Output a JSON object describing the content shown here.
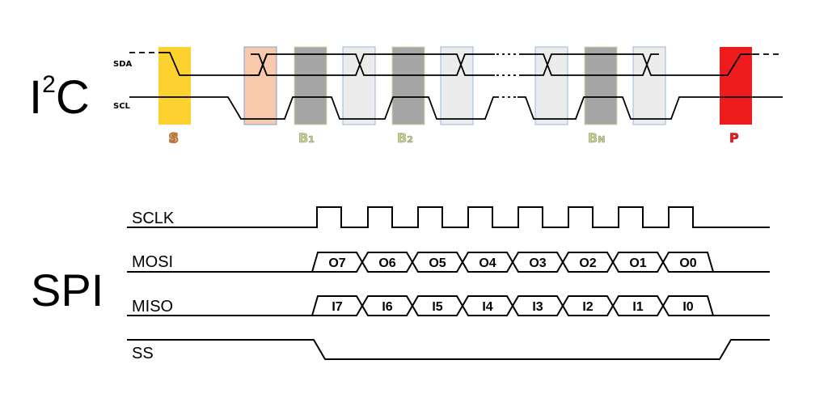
{
  "i2c": {
    "title": "I",
    "title_sup": "2",
    "title_tail": "C",
    "sda_label": "SDA",
    "scl_label": "SCL",
    "markers": {
      "start": "S",
      "b1": "B",
      "b1_sub": "1",
      "b2": "B",
      "b2_sub": "2",
      "bn": "B",
      "bn_sub": "N",
      "stop": "P"
    },
    "colors": {
      "start": "#fdd130",
      "data_orange": "#f8c9aa",
      "bit_gray": "#a6a6a6",
      "bit_light": "#ececec",
      "stop": "#ee1c1c"
    }
  },
  "spi": {
    "title": "SPI",
    "sclk_label": "SCLK",
    "mosi_label": "MOSI",
    "miso_label": "MISO",
    "ss_label": "SS",
    "mosi_bits": [
      "O7",
      "O6",
      "O5",
      "O4",
      "O3",
      "O2",
      "O1",
      "O0"
    ],
    "miso_bits": [
      "I7",
      "I6",
      "I5",
      "I4",
      "I3",
      "I2",
      "I1",
      "I0"
    ]
  }
}
